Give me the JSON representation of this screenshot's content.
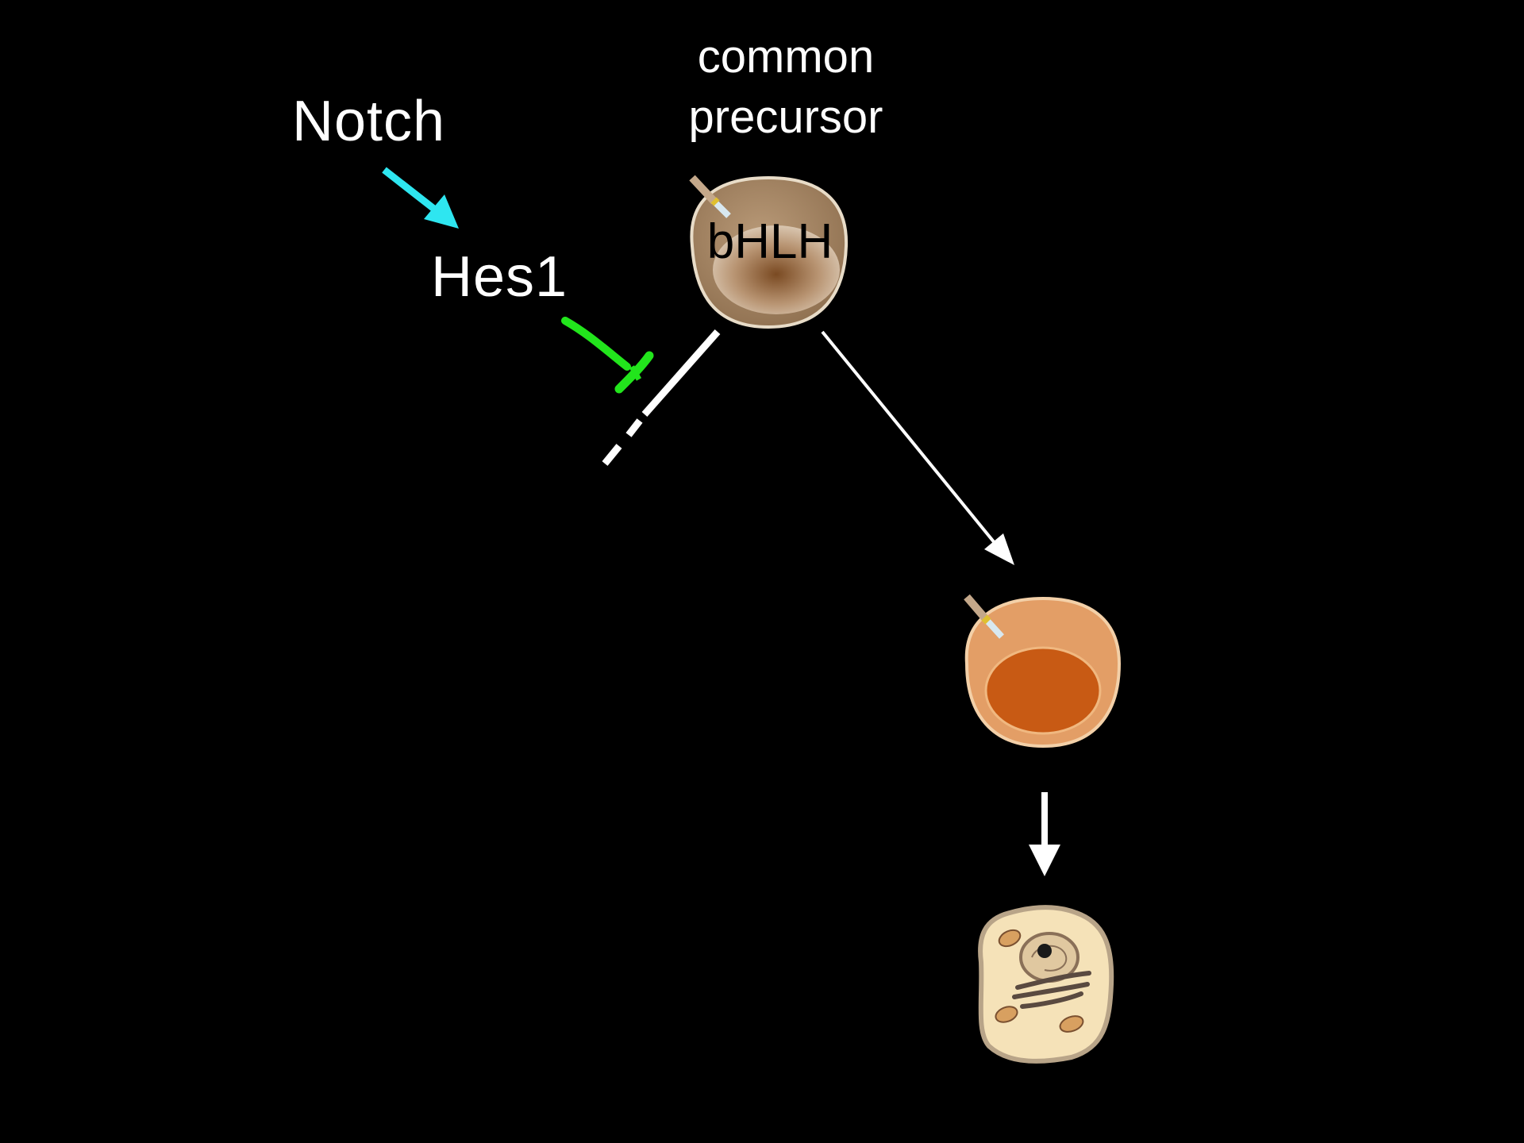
{
  "labels": {
    "notch": "Notch",
    "hes1": "Hes1",
    "precursor_line1": "common",
    "precursor_line2": "precursor",
    "bhlh": "bHLH"
  },
  "colors": {
    "background": "#000000",
    "notch_arrow": "#2ee6f0",
    "inhibition": "#22e51c",
    "arrows": "#ffffff",
    "precursor_cell": "#a88a6a",
    "intermediate_cell": "#e39e66",
    "intermediate_nucleus": "#c85a14",
    "mature_cell": "#f5e2b8"
  },
  "icons": {
    "precursor_cell": "precursor-cell-icon",
    "intermediate_cell": "committed-cell-icon",
    "mature_cell": "differentiated-cell-icon",
    "probe": "probe-icon"
  }
}
